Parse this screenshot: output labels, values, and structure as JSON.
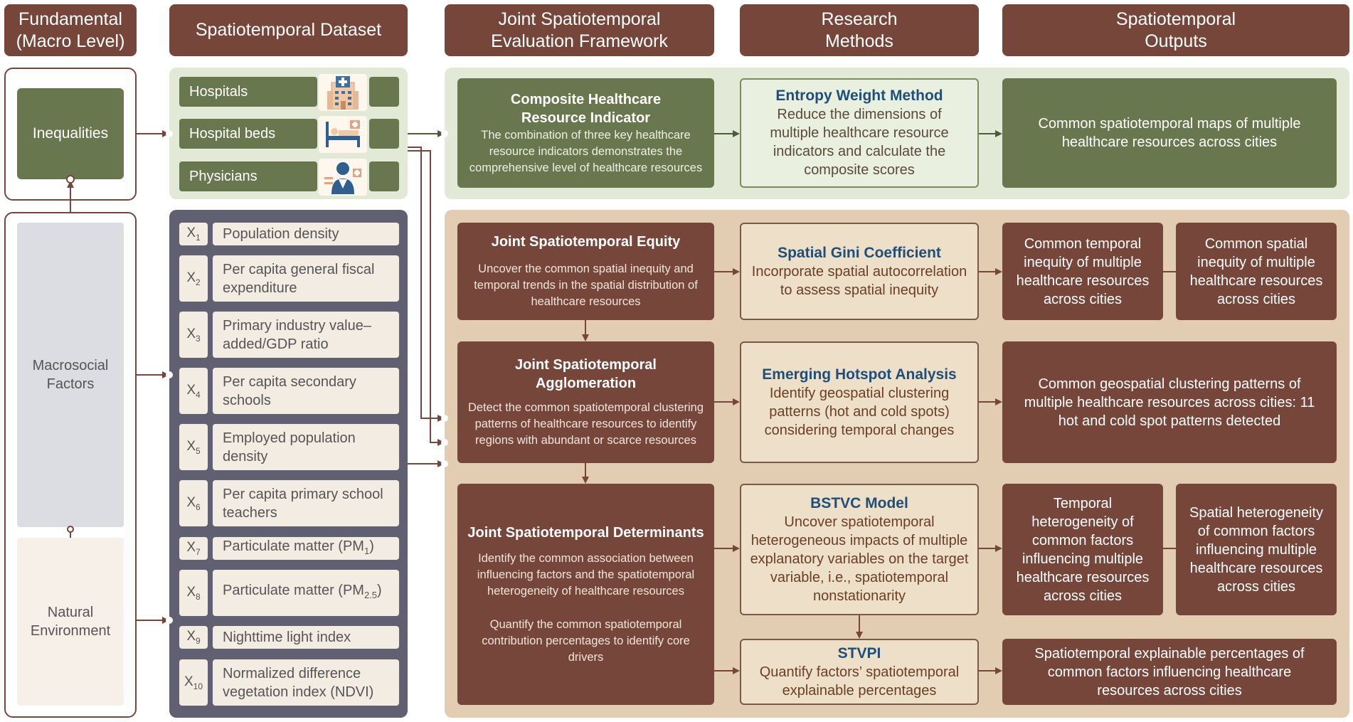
{
  "headers": {
    "col1": "Fundamental (Macro Level)",
    "col2": "Spatiotemporal Dataset",
    "col3": "Joint Spatiotemporal Evaluation Framework",
    "col4": "Research Methods",
    "col5": "Spatiotemporal Outputs"
  },
  "levels": {
    "inequalities": "Inequalities",
    "macrosocial": "Macrosocial Factors",
    "natural": "Natural Environment"
  },
  "resources": [
    {
      "label": "Hospitals",
      "icon": "hospital-building-icon"
    },
    {
      "label": "Hospital beds",
      "icon": "hospital-bed-icon"
    },
    {
      "label": "Physicians",
      "icon": "physician-icon"
    }
  ],
  "variables": [
    {
      "id": "X",
      "sub": "1",
      "label": "Population density"
    },
    {
      "id": "X",
      "sub": "2",
      "label": "Per capita general fiscal expenditure"
    },
    {
      "id": "X",
      "sub": "3",
      "label": "Primary industry value–added/GDP ratio"
    },
    {
      "id": "X",
      "sub": "4",
      "label": "Per capita secondary schools"
    },
    {
      "id": "X",
      "sub": "5",
      "label": "Employed population density"
    },
    {
      "id": "X",
      "sub": "6",
      "label": "Per capita primary school teachers"
    },
    {
      "id": "X",
      "sub": "7",
      "label": "Particulate matter (PM",
      "label_sub": "1",
      "label_end": ")"
    },
    {
      "id": "X",
      "sub": "8",
      "label": "Particulate matter (PM",
      "label_sub": "2.5",
      "label_end": ")"
    },
    {
      "id": "X",
      "sub": "9",
      "label": "Nighttime light index"
    },
    {
      "id": "X",
      "sub": "10",
      "label": "Normalized difference vegetation index (NDVI)"
    }
  ],
  "framework": {
    "composite": {
      "title": "Composite Healthcare Resource Indicator",
      "body": "The combination of three key healthcare resource indicators demonstrates the comprehensive level of healthcare resources"
    },
    "equity": {
      "title": "Joint Spatiotemporal Equity",
      "body": "Uncover the common spatial inequity and temporal trends in the spatial distribution of healthcare resources"
    },
    "agglomeration": {
      "title": "Joint Spatiotemporal Agglomeration",
      "body": "Detect the common spatiotemporal clustering patterns of healthcare resources to identify regions with abundant or scarce resources"
    },
    "determinants": {
      "title": "Joint Spatiotemporal Determinants",
      "body1": "Identify the common association between influencing factors and the spatiotemporal heterogeneity of healthcare resources",
      "body2": "Quantify the common spatiotemporal contribution percentages to identify core drivers"
    }
  },
  "methods": {
    "entropy": {
      "title": "Entropy Weight Method",
      "body": "Reduce the dimensions of multiple healthcare resource indicators and calculate the composite scores"
    },
    "gini": {
      "title": "Spatial Gini Coefficient",
      "body": "Incorporate spatial autocorrelation to assess spatial inequity"
    },
    "hotspot": {
      "title": "Emerging Hotspot Analysis",
      "body": "Identify geospatial clustering patterns (hot and cold spots) considering temporal changes"
    },
    "bstvc": {
      "title": "BSTVC Model",
      "body": "Uncover spatiotemporal heterogeneous impacts of multiple explanatory variables on the target variable, i.e., spatiotemporal nonstationarity"
    },
    "stvpi": {
      "title": "STVPI",
      "body": "Quantify factors’ spatiotemporal explainable percentages"
    }
  },
  "outputs": {
    "maps": "Common spatiotemporal maps of multiple healthcare resources across cities",
    "temporal_inequity": "Common temporal inequity of multiple healthcare resources across cities",
    "spatial_inequity": "Common spatial inequity of multiple healthcare resources across cities",
    "clustering": "Common geospatial clustering patterns of multiple healthcare resources across cities: 11 hot and cold spot patterns detected",
    "temporal_hetero": "Temporal heterogeneity of common factors influencing multiple healthcare resources across cities",
    "spatial_hetero": "Spatial heterogeneity of common factors influencing multiple healthcare resources across cities",
    "explainable": "Spatiotemporal explainable percentages of common factors influencing healthcare resources across cities"
  },
  "colors": {
    "brown": "#77463a",
    "green": "#68774e",
    "slate": "#606072",
    "tan_panel": "#e3cdb2",
    "green_panel": "#e2e9d6",
    "method_title": "#1f4e79"
  }
}
